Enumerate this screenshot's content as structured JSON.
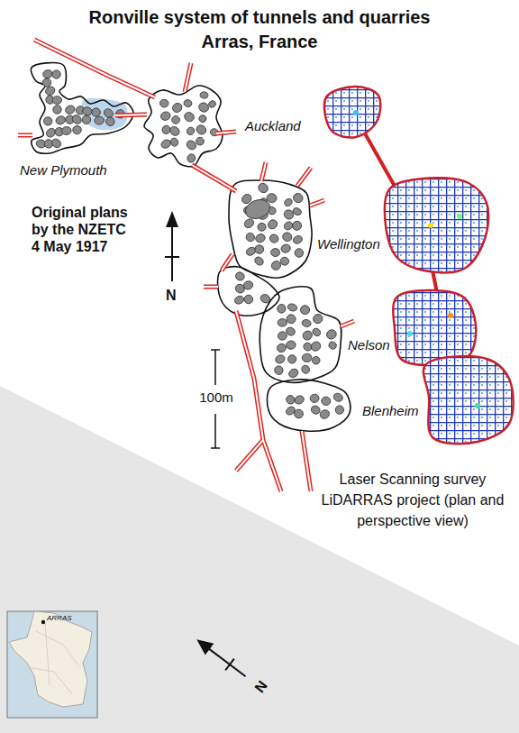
{
  "diagram": {
    "title": "Ronville system of tunnels and quarries Arras, France",
    "labels": [
      "New Plymouth",
      "Auckland",
      "Wellington",
      "Original plans by the NZETC 4 May 1917",
      "N",
      "Nelson",
      "100m",
      "Blenheim",
      "Laser Scanning survey LiDARRAS project (plan and perspective view)",
      "ARRAS",
      "N"
    ]
  }
}
